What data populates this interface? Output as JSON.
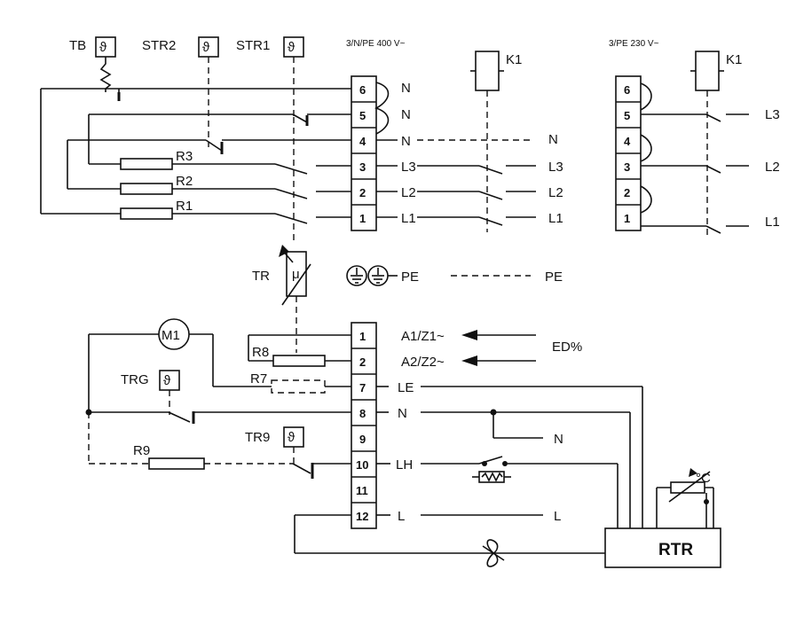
{
  "labels": {
    "tb": "TB",
    "str2": "STR2",
    "str1": "STR1",
    "supply_400": "3/N/PE 400 V~",
    "supply_230": "3/PE 230 V~",
    "k1": "K1",
    "r1": "R1",
    "r2": "R2",
    "r3": "R3",
    "tr": "TR",
    "mu": "μ",
    "pe": "PE",
    "m1": "M1",
    "trg": "TRG",
    "tr9": "TR9",
    "r7": "R7",
    "r8": "R8",
    "r9": "R9",
    "a1z1": "A1/Z1~",
    "a2z2": "A2/Z2~",
    "ed": "ED%",
    "rtr": "RTR",
    "deg_c": "°C",
    "theta": "ϑ"
  },
  "main_terminals": [
    "6",
    "5",
    "4",
    "3",
    "2",
    "1"
  ],
  "main_left_labels": [
    "N",
    "N",
    "N",
    "L3",
    "L2",
    "L1"
  ],
  "main_right_labels": [
    "N",
    "L3",
    "L2",
    "L1"
  ],
  "right_terminals": [
    "6",
    "5",
    "4",
    "3",
    "2",
    "1"
  ],
  "right_labels": [
    "L3",
    "L2",
    "L1"
  ],
  "control_terminals": [
    "1",
    "2",
    "7",
    "8",
    "9",
    "10",
    "11",
    "12"
  ],
  "control_labels": [
    "LE",
    "N",
    "LH",
    "L"
  ],
  "control_right_labels": [
    "N",
    "L"
  ]
}
